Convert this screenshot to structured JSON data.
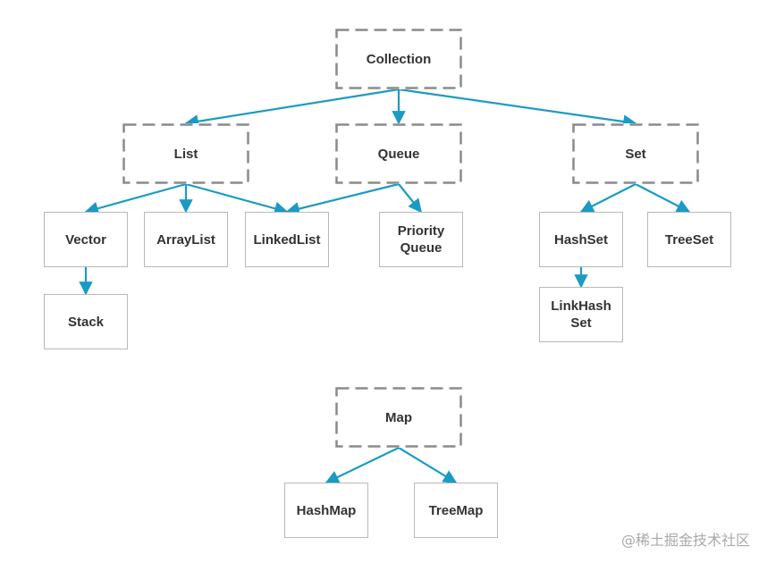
{
  "nodes": {
    "collection": {
      "label": "Collection",
      "style": "interface"
    },
    "list": {
      "label": "List",
      "style": "interface"
    },
    "queue": {
      "label": "Queue",
      "style": "interface"
    },
    "set": {
      "label": "Set",
      "style": "interface"
    },
    "vector": {
      "label": "Vector",
      "style": "class"
    },
    "arraylist": {
      "label": "ArrayList",
      "style": "class"
    },
    "linkedlist": {
      "label": "LinkedList",
      "style": "class"
    },
    "priorityqueue": {
      "label": "Priority\nQueue",
      "style": "class"
    },
    "hashset": {
      "label": "HashSet",
      "style": "class"
    },
    "treeset": {
      "label": "TreeSet",
      "style": "class"
    },
    "stack": {
      "label": "Stack",
      "style": "class"
    },
    "linkhashset": {
      "label": "LinkHash\nSet",
      "style": "class"
    },
    "map": {
      "label": "Map",
      "style": "interface"
    },
    "hashmap": {
      "label": "HashMap",
      "style": "class"
    },
    "treemap": {
      "label": "TreeMap",
      "style": "class"
    }
  },
  "edges": [
    {
      "from": "collection",
      "to": "list"
    },
    {
      "from": "collection",
      "to": "queue"
    },
    {
      "from": "collection",
      "to": "set"
    },
    {
      "from": "list",
      "to": "vector"
    },
    {
      "from": "list",
      "to": "arraylist"
    },
    {
      "from": "list",
      "to": "linkedlist"
    },
    {
      "from": "queue",
      "to": "linkedlist"
    },
    {
      "from": "queue",
      "to": "priorityqueue"
    },
    {
      "from": "vector",
      "to": "stack"
    },
    {
      "from": "set",
      "to": "hashset"
    },
    {
      "from": "set",
      "to": "treeset"
    },
    {
      "from": "hashset",
      "to": "linkhashset"
    },
    {
      "from": "map",
      "to": "hashmap"
    },
    {
      "from": "map",
      "to": "treemap"
    }
  ],
  "colors": {
    "edge": "#1a9bc4",
    "dashed_border": "#8a8a8a",
    "solid_border": "#b8b8b8"
  },
  "watermark": "@稀土掘金技术社区"
}
